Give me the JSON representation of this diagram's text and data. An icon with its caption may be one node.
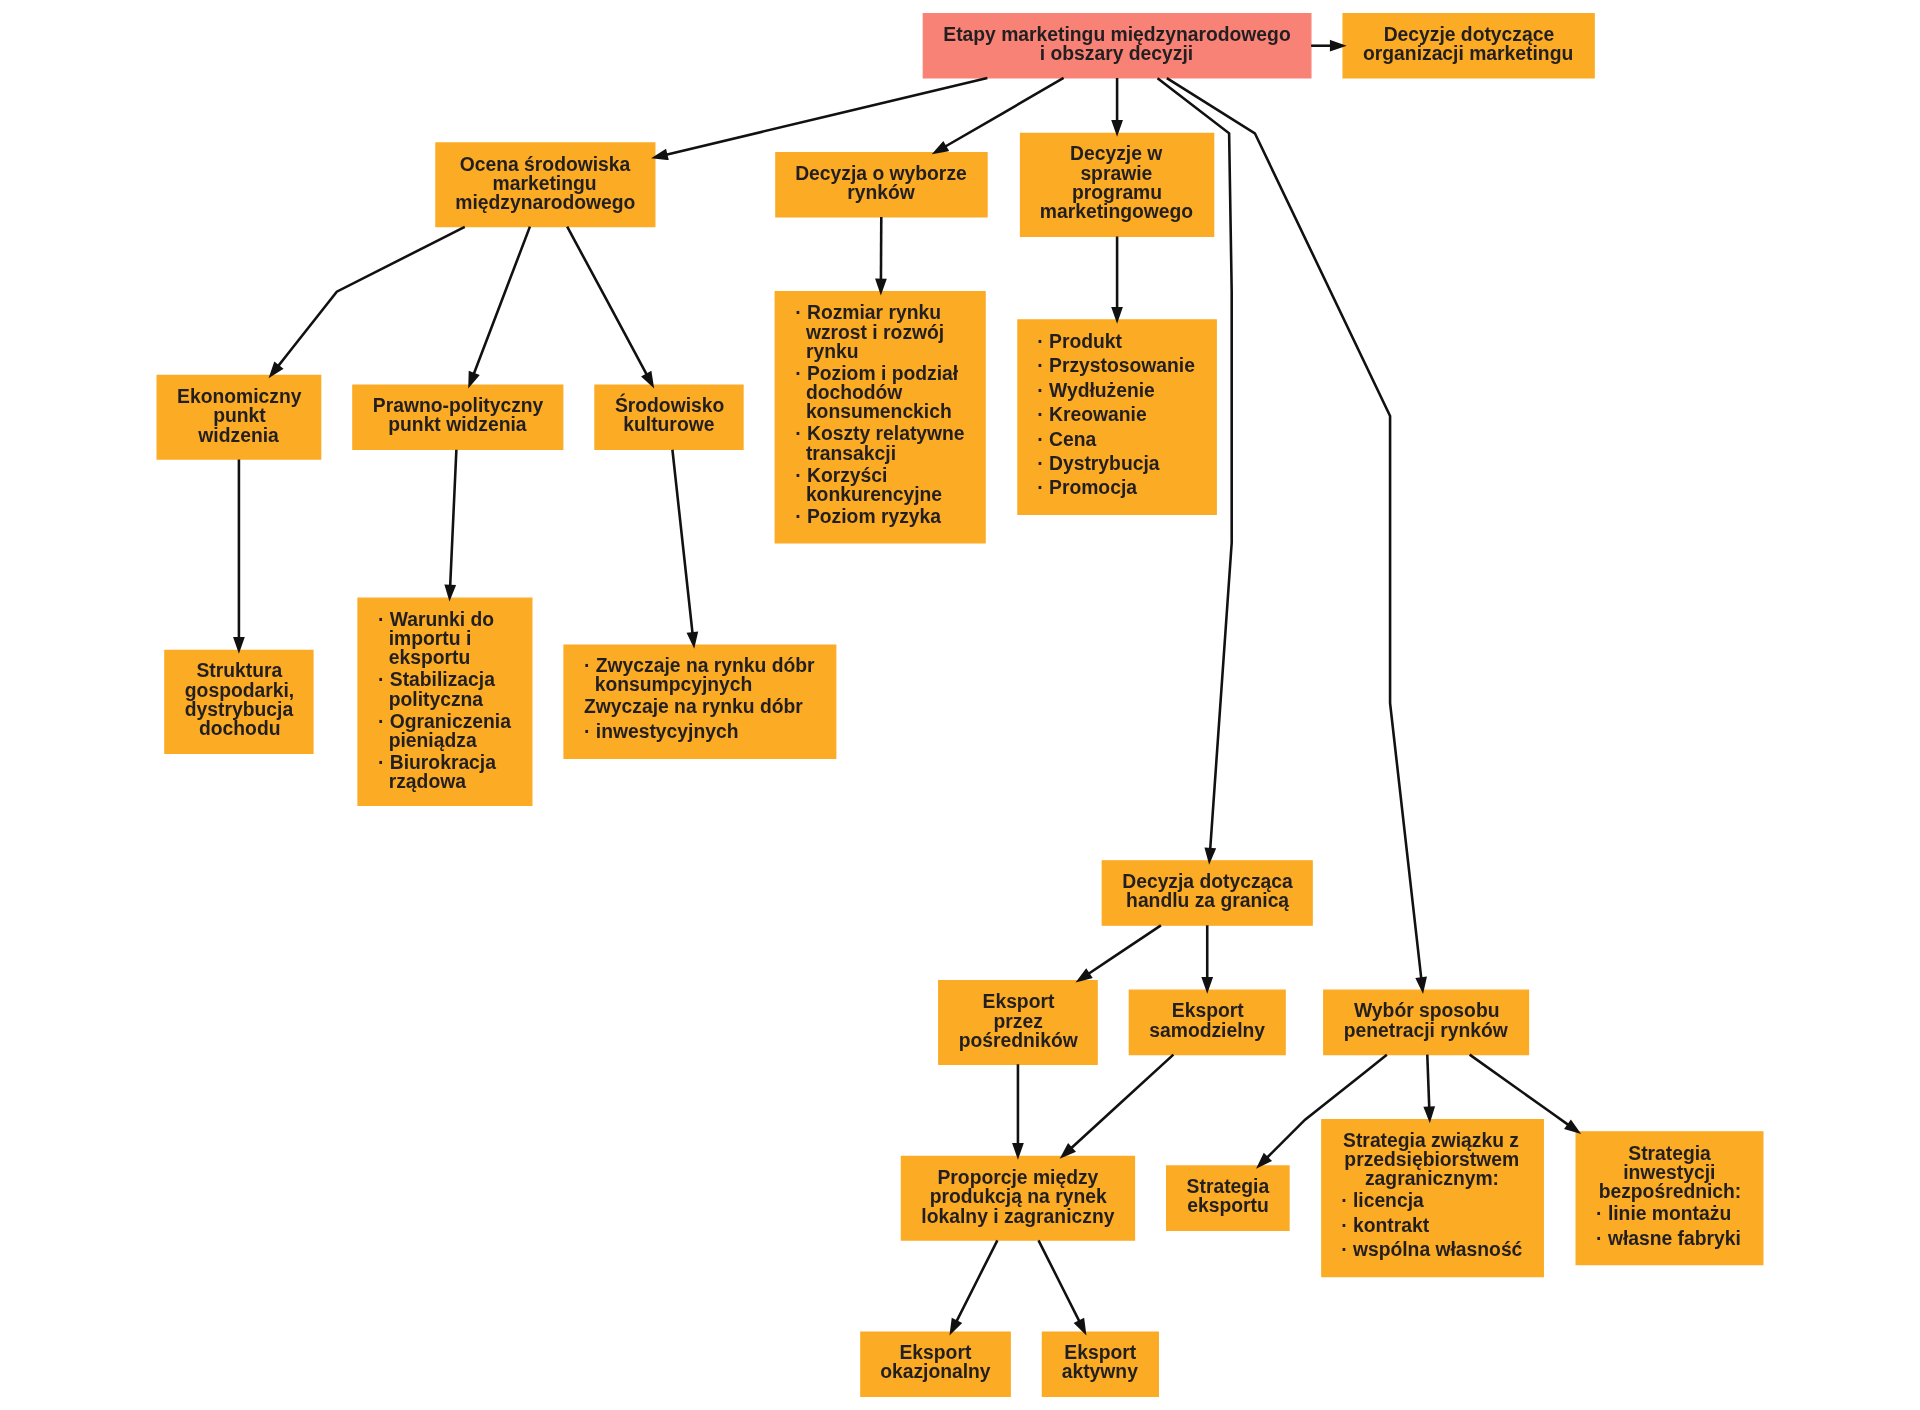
{
  "diagram": {
    "nodes": [
      {
        "text": [
          "Etapy marketingu międzynarodowego i obszary decyzji"
        ]
      },
      {
        "text": [
          "Decyzje dotyczące organizacji marketingu"
        ]
      },
      {
        "text": [
          "Ocena środowiska marketingu międzynarodowego"
        ]
      },
      {
        "text": [
          "Decyzja o wyborze rynków"
        ]
      },
      {
        "text": [
          "Decyzje w sprawie programu marketingowego"
        ]
      },
      {
        "text": [
          "Ekonomiczny punkt widzenia"
        ]
      },
      {
        "text": [
          "Prawno-polityczny punkt widzenia"
        ]
      },
      {
        "text": [
          "Środowisko kulturowe"
        ]
      },
      {
        "text": [
          "· Rozmiar rynku wzrost i rozwój rynku",
          "· Poziom i podział dochodów konsumenckich",
          "· Koszty relatywne transakcji",
          "· Korzyści konkurencyjne",
          "· Poziom ryzyka"
        ]
      },
      {
        "text": [
          "· Produkt",
          "· Przystosowanie",
          "· Wydłużenie",
          "· Kreowanie",
          "· Cena",
          "· Dystrybucja",
          "· Promocja"
        ]
      },
      {
        "text": [
          "Struktura gospodarki, dystrybucja dochodu"
        ]
      },
      {
        "text": [
          "· Warunki do importu i eksportu",
          "· Stabilizacja polityczna",
          "· Ograniczenia pieniądza",
          "· Biurokracja rządowa"
        ]
      },
      {
        "text": [
          "· Zwyczaje na rynku dóbr konsumpcyjnych",
          "Zwyczaje na rynku dóbr",
          "· inwestycyjnych"
        ]
      },
      {
        "text": [
          "Decyzja dotycząca handlu za granicą"
        ]
      },
      {
        "text": [
          "Wybór sposobu penetracji rynków"
        ]
      },
      {
        "text": [
          "Eksport przez pośredników"
        ]
      },
      {
        "text": [
          "Eksport samodzielny"
        ]
      },
      {
        "text": [
          "Strategia eksportu"
        ]
      },
      {
        "text": [
          "Strategia związku z przedsiębiorstwem zagranicznym:",
          "· licencja",
          "· kontrakt",
          "· wspólna własność"
        ]
      },
      {
        "text": [
          "Strategia inwestycji bezpośrednich:",
          "· linie montażu",
          "· własne fabryki"
        ]
      },
      {
        "text": [
          "Proporcje między produkcją na rynek lokalny i zagraniczny"
        ]
      },
      {
        "text": [
          "Eksport okazjonalny"
        ]
      },
      {
        "text": [
          "Eksport aktywny"
        ]
      }
    ],
    "edges": [
      {
        "from": 0,
        "to": 2,
        "arrow": "to"
      },
      {
        "from": 0,
        "to": 13,
        "arrow": "to"
      },
      {
        "from": 0,
        "to": 3,
        "arrow": "to"
      },
      {
        "from": 0,
        "to": 14,
        "arrow": "to"
      },
      {
        "from": 0,
        "to": 4,
        "arrow": "to"
      },
      {
        "from": 0,
        "to": 1,
        "arrow": "to"
      },
      {
        "from": 2,
        "to": 5,
        "arrow": "to"
      },
      {
        "from": 2,
        "to": 6,
        "arrow": "to"
      },
      {
        "from": 2,
        "to": 7,
        "arrow": "to"
      },
      {
        "from": 5,
        "to": 10,
        "arrow": "to"
      },
      {
        "from": 6,
        "to": 11,
        "arrow": "to"
      },
      {
        "from": 7,
        "to": 12,
        "arrow": "to"
      },
      {
        "from": 3,
        "to": 8,
        "arrow": "to"
      },
      {
        "from": 4,
        "to": 9,
        "arrow": "to"
      },
      {
        "from": 13,
        "to": 15,
        "arrow": "to"
      },
      {
        "from": 13,
        "to": 16,
        "arrow": "to"
      },
      {
        "from": 15,
        "to": 20,
        "arrow": "to"
      },
      {
        "from": 16,
        "to": 20,
        "arrow": "to"
      },
      {
        "from": 20,
        "to": 21,
        "arrow": "to"
      },
      {
        "from": 20,
        "to": 22,
        "arrow": "to"
      },
      {
        "from": 14,
        "to": 17,
        "arrow": "to"
      },
      {
        "from": 14,
        "to": 18,
        "arrow": "to"
      },
      {
        "from": 14,
        "to": 19,
        "arrow": "to"
      }
    ]
  }
}
